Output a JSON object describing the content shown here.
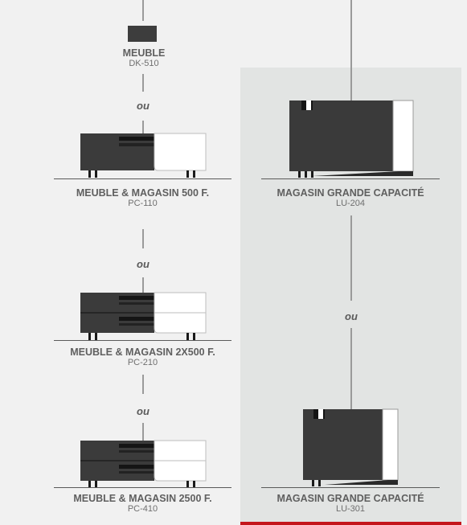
{
  "connector_word": "ou",
  "left_column": [
    {
      "title": "MEUBLE",
      "code": "DK-510"
    },
    {
      "title": "MEUBLE & MAGASIN 500 F.",
      "code": "PC-110"
    },
    {
      "title": "MEUBLE & MAGASIN 2X500 F.",
      "code": "PC-210"
    },
    {
      "title": "MEUBLE & MAGASIN 2500 F.",
      "code": "PC-410"
    }
  ],
  "right_column": [
    {
      "title": "MAGASIN GRANDE CAPACITÉ",
      "code": "LU-204"
    },
    {
      "title": "MAGASIN GRANDE CAPACITÉ",
      "code": "LU-301"
    }
  ],
  "colors": {
    "panel": "#e2e4e3",
    "accent_red": "#c4161c",
    "device_dark": "#3a3a3a",
    "device_white": "#ffffff"
  }
}
